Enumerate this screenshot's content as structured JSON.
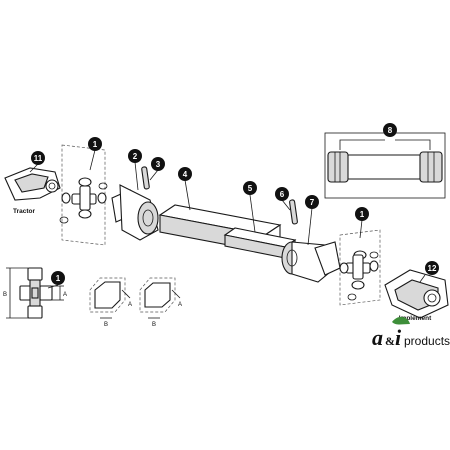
{
  "callouts": [
    "1",
    "2",
    "3",
    "4",
    "5",
    "6",
    "7",
    "8",
    "11",
    "12"
  ],
  "labels": {
    "tractor": "Tractor",
    "implement": "Implement"
  },
  "dimensions": {
    "a": "A",
    "b": "B"
  },
  "logo": {
    "a": "a",
    "amp": "&",
    "i": "i",
    "products": "products",
    "leaf_color": "#3e8e3a"
  }
}
